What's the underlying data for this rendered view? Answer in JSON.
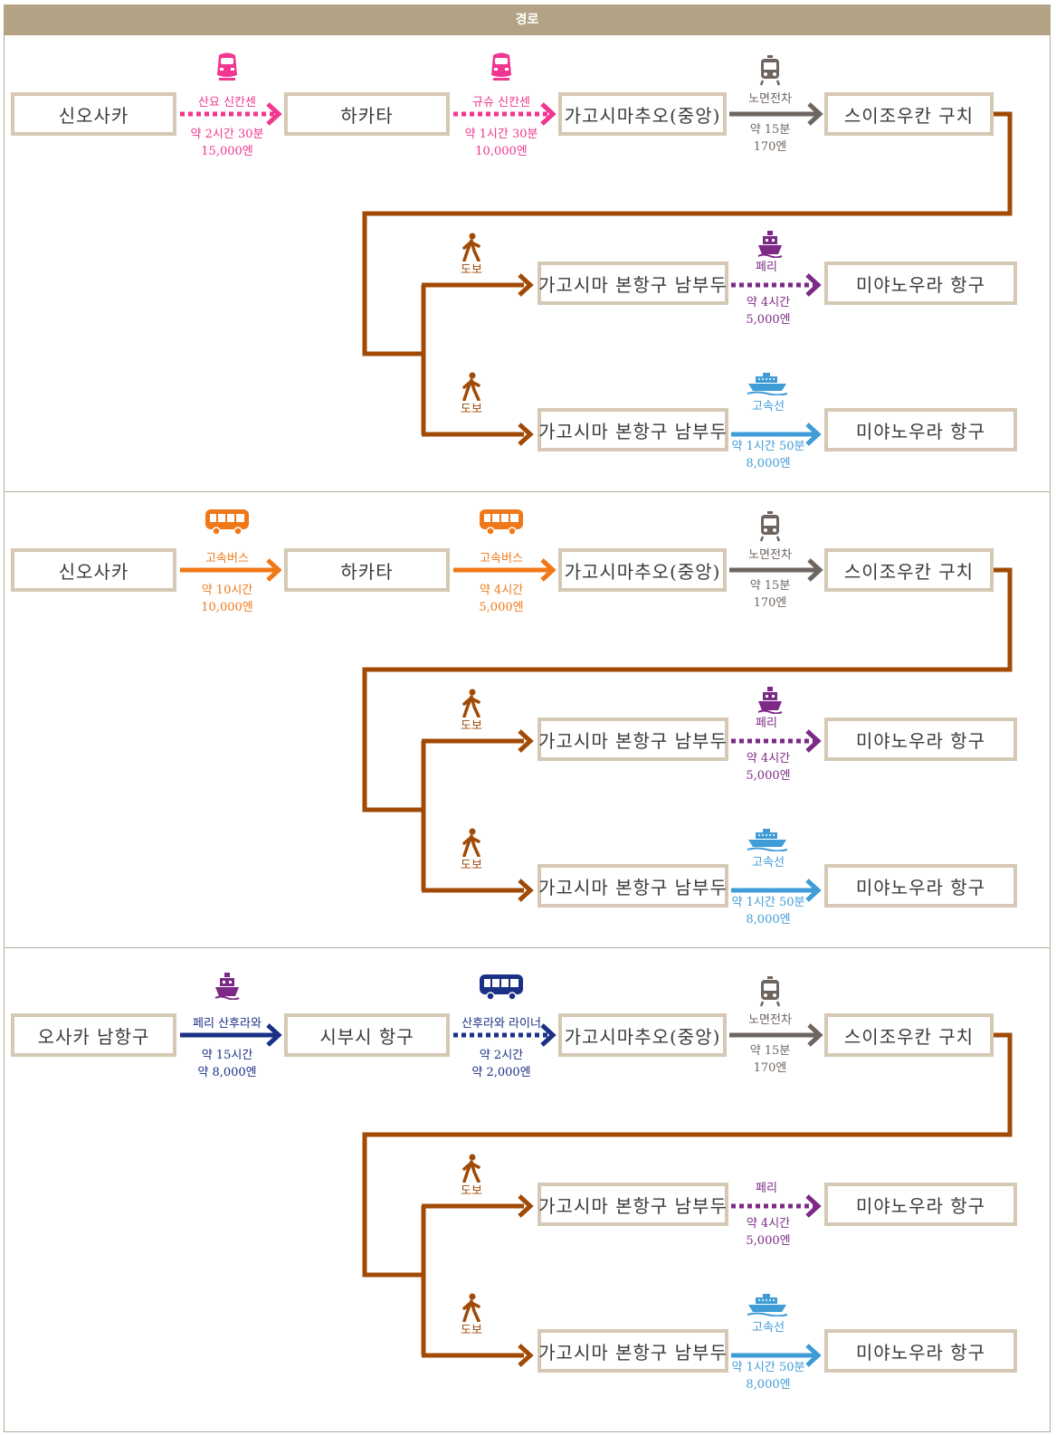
{
  "header": {
    "title": "경로"
  },
  "colors": {
    "shinkansen": "#f0368f",
    "tram": "#6e6560",
    "walk": "#a14a06",
    "ferry": "#7c2a86",
    "fast_boat": "#3f9cd7",
    "bus": "#f07818",
    "navy": "#1a2f86",
    "box_border": "#d5c8b4"
  },
  "routes": [
    {
      "id": "route1",
      "stations": {
        "s1": "신오사카",
        "s2": "하카타",
        "s3": "가고시마추오(중앙)",
        "s4": "스이조우칸 구치"
      },
      "leg1": {
        "name": "산요 신칸센",
        "time": "약 2시간 30분",
        "fare": "15,000엔",
        "icon": "shinkansen-icon"
      },
      "leg2": {
        "name": "규슈 신칸센",
        "time": "약 1시간 30분",
        "fare": "10,000엔",
        "icon": "shinkansen-icon"
      },
      "leg3": {
        "name": "노면전차",
        "time": "약 15분",
        "fare": "170엔",
        "icon": "tram-icon"
      }
    },
    {
      "id": "route2",
      "stations": {
        "s1": "신오사카",
        "s2": "하카타",
        "s3": "가고시마추오(중앙)",
        "s4": "스이조우칸 구치"
      },
      "leg1": {
        "name": "고속버스",
        "time": "약 10시간",
        "fare": "10,000엔",
        "icon": "bus-icon"
      },
      "leg2": {
        "name": "고속버스",
        "time": "약 4시간",
        "fare": "5,000엔",
        "icon": "bus-icon"
      },
      "leg3": {
        "name": "노면전차",
        "time": "약 15분",
        "fare": "170엔",
        "icon": "tram-icon"
      }
    },
    {
      "id": "route3",
      "stations": {
        "s1": "오사카 남항구",
        "s2": "시부시 항구",
        "s3": "가고시마추오(중앙)",
        "s4": "스이조우칸 구치"
      },
      "leg1": {
        "name": "페리 산후라와",
        "time": "약 15시간",
        "fare": "약 8,000엔",
        "icon": "ferry-icon"
      },
      "leg2": {
        "name": "산후라와 라이너",
        "time": "약 2시간",
        "fare": "약 2,000엔",
        "icon": "bus-icon"
      },
      "leg3": {
        "name": "노면전차",
        "time": "약 15분",
        "fare": "170엔",
        "icon": "tram-icon"
      }
    }
  ],
  "branches": {
    "walk_label": "도보",
    "pier": "가고시마 본항구 남부두",
    "destination": "미야노우라 항구",
    "ferry": {
      "name": "페리",
      "time": "약 4시간",
      "fare": "5,000엔"
    },
    "fast_boat": {
      "name": "고속선",
      "time": "약 1시간 50분",
      "fare": "8,000엔"
    }
  }
}
